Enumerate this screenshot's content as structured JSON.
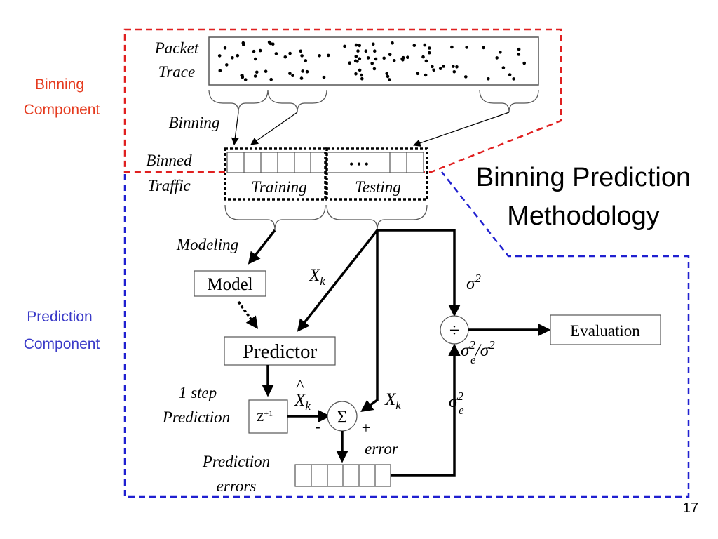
{
  "slide": {
    "title_line1": "Binning Prediction",
    "title_line2": "Methodology",
    "page_number": "17"
  },
  "components": {
    "binning_line1": "Binning",
    "binning_line2": "Component",
    "binning_color": "#e53a1e",
    "prediction_line1": "Prediction",
    "prediction_line2": "Component",
    "prediction_color": "#3a3ac8"
  },
  "labels": {
    "packet": "Packet",
    "trace": "Trace",
    "binning": "Binning",
    "binned": "Binned",
    "traffic": "Traffic",
    "training": "Training",
    "testing": "Testing",
    "testing_dots": "• • •",
    "modeling": "Modeling",
    "model": "Model",
    "predictor": "Predictor",
    "one_step": "1 step",
    "prediction": "Prediction",
    "z_main": "Z",
    "z_sup": "+1",
    "sum_symbol": "Σ",
    "divide_symbol": "÷",
    "evaluation": "Evaluation",
    "prediction_errors_1": "Prediction",
    "prediction_errors_2": "errors",
    "error": "error",
    "minus": "-",
    "plus": "+",
    "x_main": "X",
    "x_sub": "k",
    "xhat_main": "X",
    "xhat_sub": "k",
    "hat": "^",
    "sigma": "σ",
    "sq": "2",
    "e_sub": "e",
    "slash": "/"
  },
  "colors": {
    "red_dash": "#e02020",
    "blue_dash": "#2020d0",
    "ink": "#000000"
  }
}
